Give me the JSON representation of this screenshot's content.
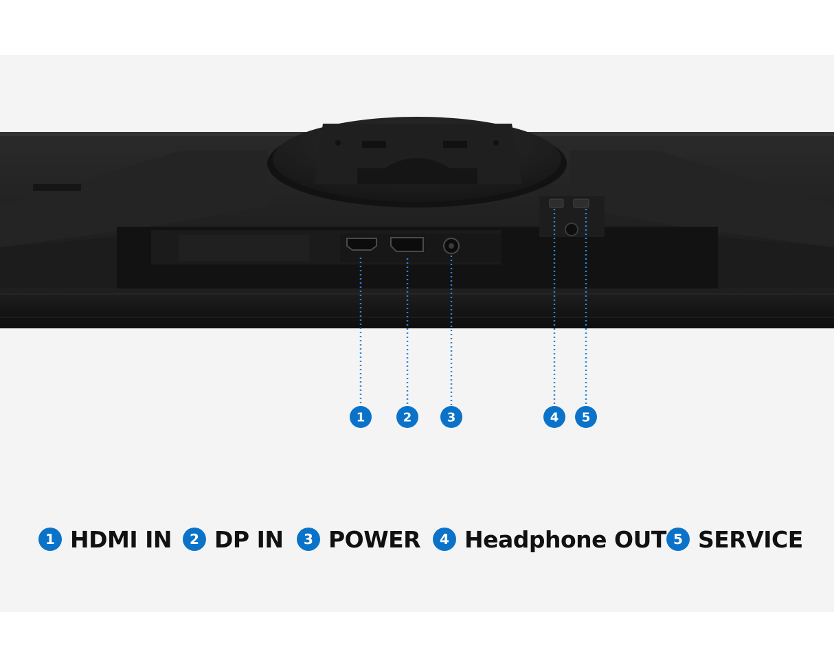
{
  "colors": {
    "background": "#f4f4f4",
    "monitor": "#1e1e1e",
    "accent": "#0a73c9",
    "text": "#111111"
  },
  "ports": [
    {
      "number": "1",
      "label": "HDMI IN"
    },
    {
      "number": "2",
      "label": "DP IN"
    },
    {
      "number": "3",
      "label": "POWER"
    },
    {
      "number": "4",
      "label": "Headphone OUT"
    },
    {
      "number": "5",
      "label": "SERVICE"
    }
  ]
}
